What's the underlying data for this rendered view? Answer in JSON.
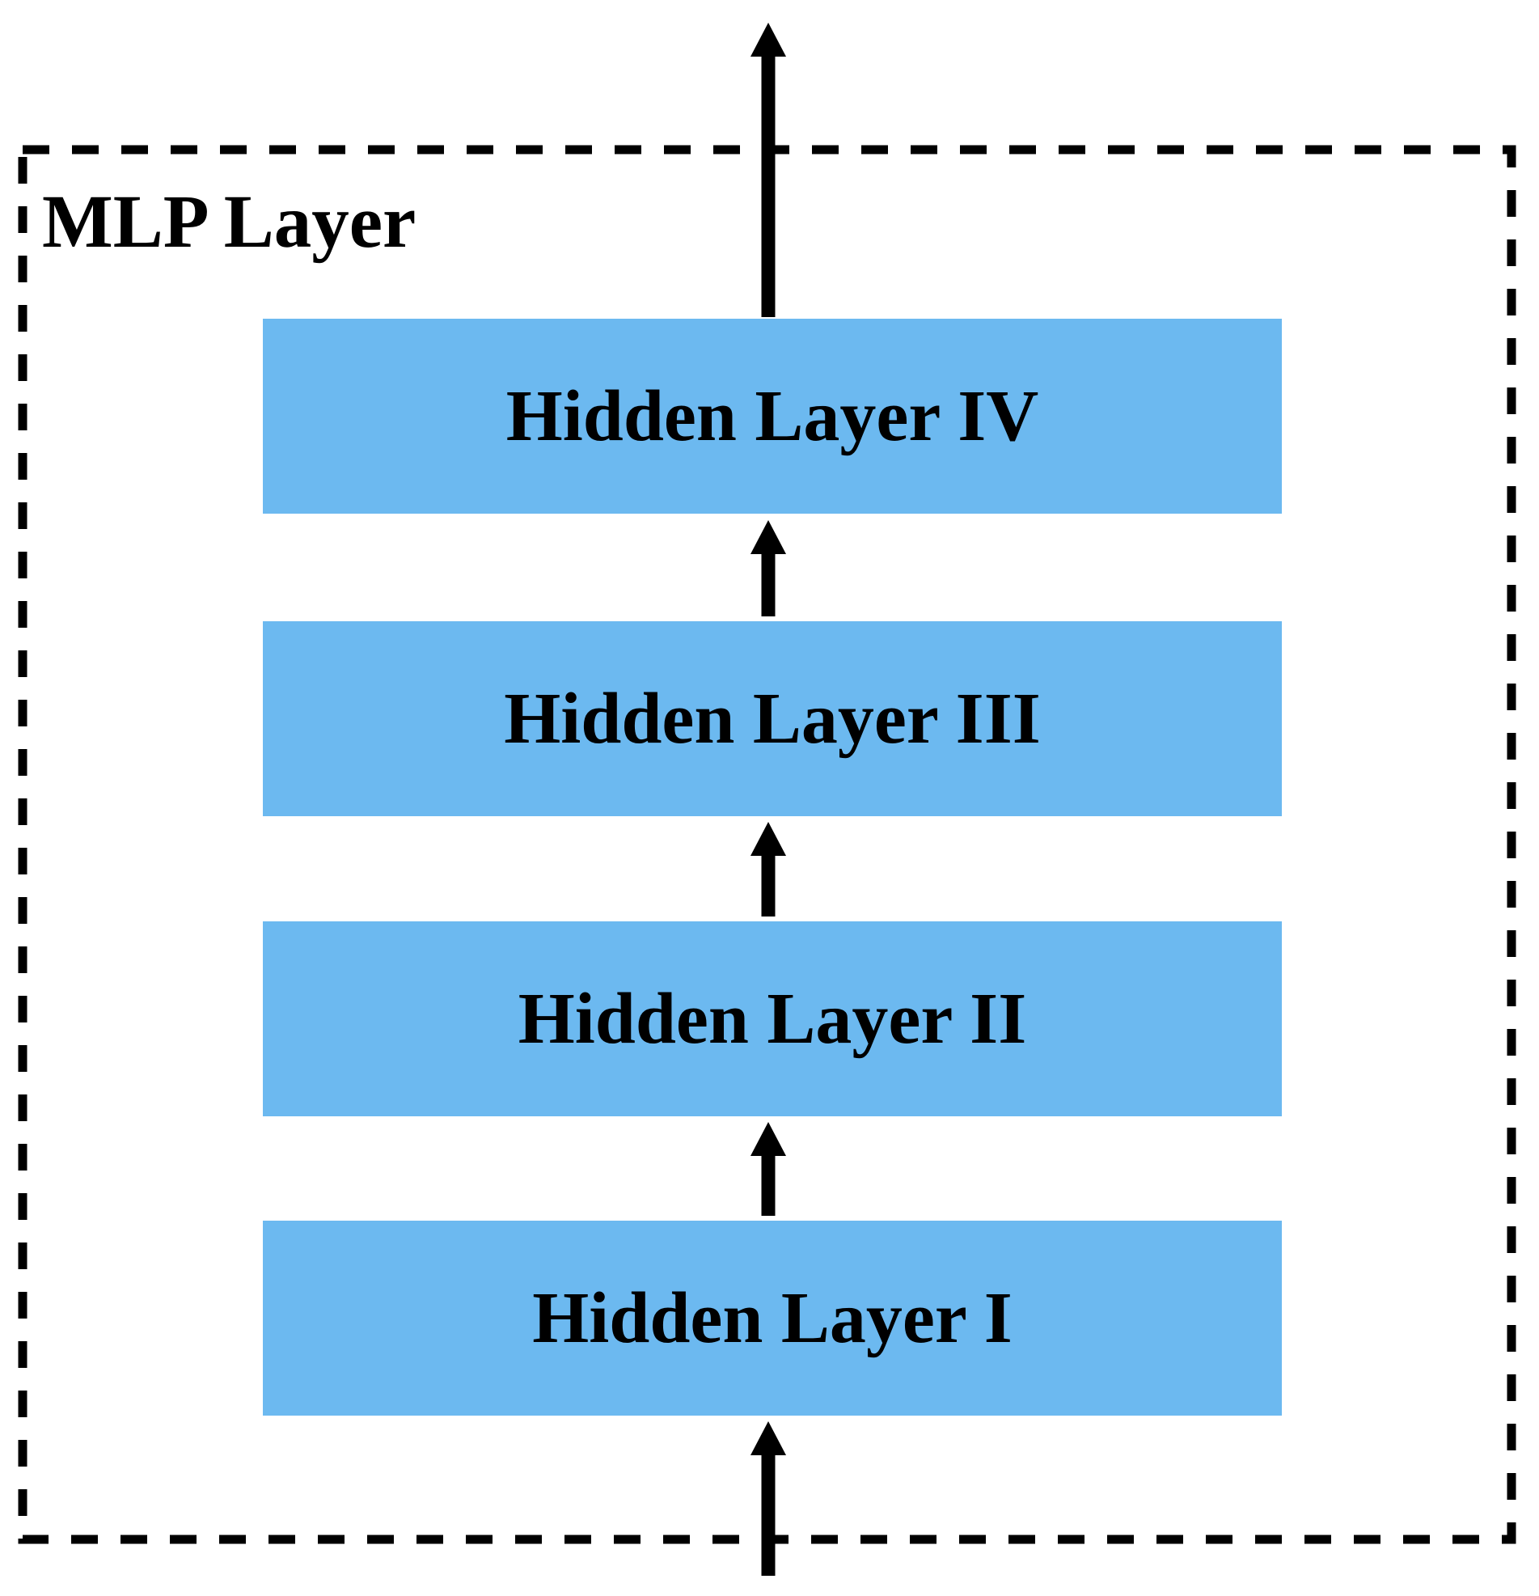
{
  "diagram": {
    "container_label": "MLP Layer",
    "layers": [
      {
        "label": "Hidden Layer IV"
      },
      {
        "label": "Hidden Layer III"
      },
      {
        "label": "Hidden Layer II"
      },
      {
        "label": "Hidden Layer I"
      }
    ],
    "flow": {
      "direction": "bottom-to-top",
      "arrow_count": 5
    },
    "colors": {
      "layer_fill": "#6CB9F0",
      "border": "#000000",
      "arrow": "#000000",
      "text": "#000000",
      "background": "#FFFFFF"
    }
  }
}
